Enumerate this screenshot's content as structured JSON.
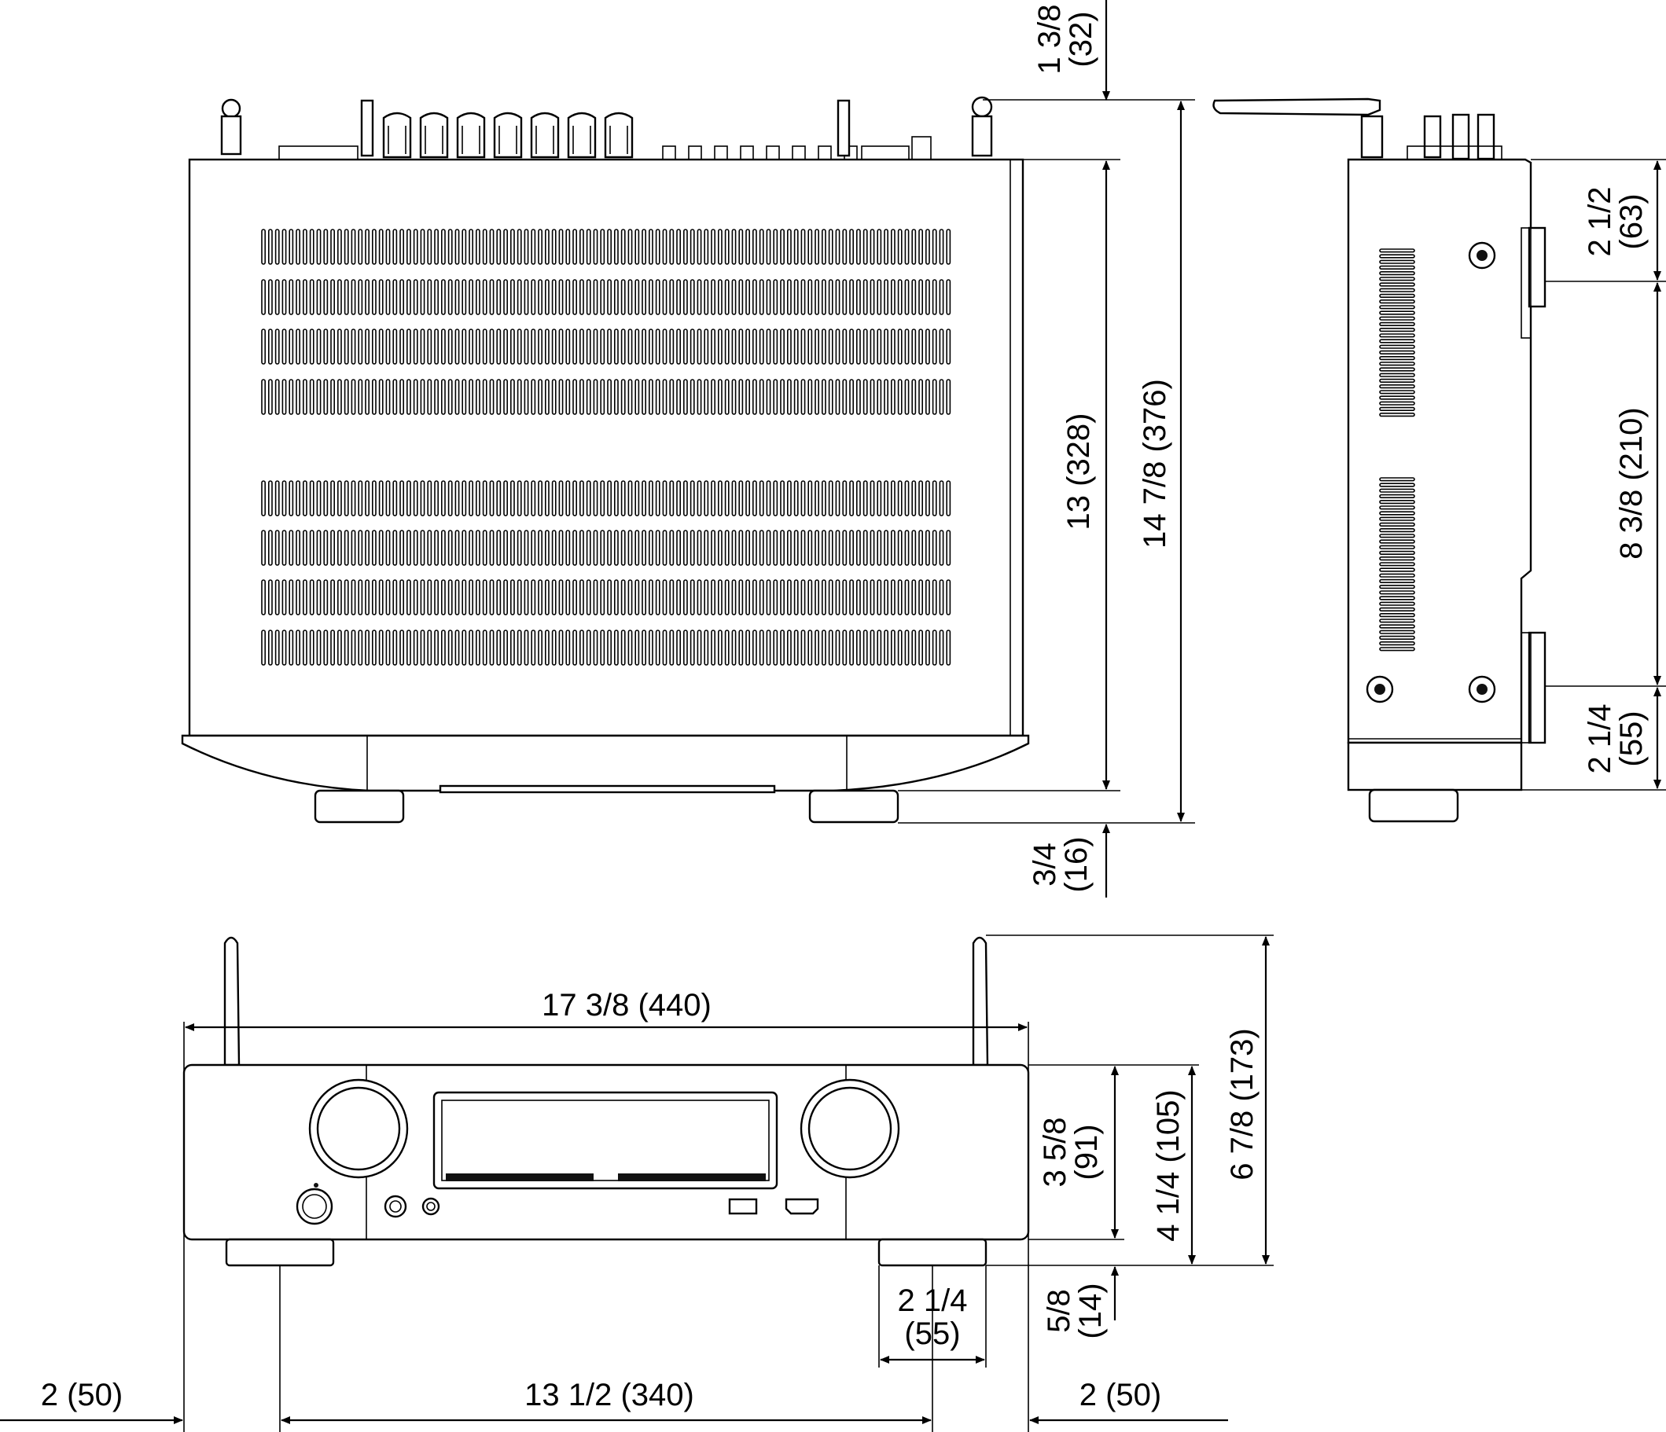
{
  "top_view": {
    "dim_height_body": "13 (328)",
    "dim_height_total": "14 7/8 (376)",
    "dim_rear_protrusion": [
      "1 3/8",
      "(32)"
    ],
    "dim_front_feet": [
      "3/4",
      "(16)"
    ]
  },
  "side_view": {
    "dim_top_segment": [
      "2 1/2",
      "(63)"
    ],
    "dim_middle_segment": "8 3/8 (210)",
    "dim_bottom_segment": [
      "2 1/4",
      "(55)"
    ]
  },
  "front_view": {
    "dim_width": "17 3/8 (440)",
    "dim_body_height": [
      "3 5/8",
      "(91)"
    ],
    "dim_height_with_feet": "4 1/4 (105)",
    "dim_height_with_antenna": "6 7/8 (173)",
    "dim_foot_height": [
      "5/8",
      "(14)"
    ],
    "dim_foot_width": [
      "2 1/4",
      "(55)"
    ],
    "dim_left_margin": "2 (50)",
    "dim_feet_spacing": "13 1/2 (340)",
    "dim_right_margin": "2 (50)"
  }
}
